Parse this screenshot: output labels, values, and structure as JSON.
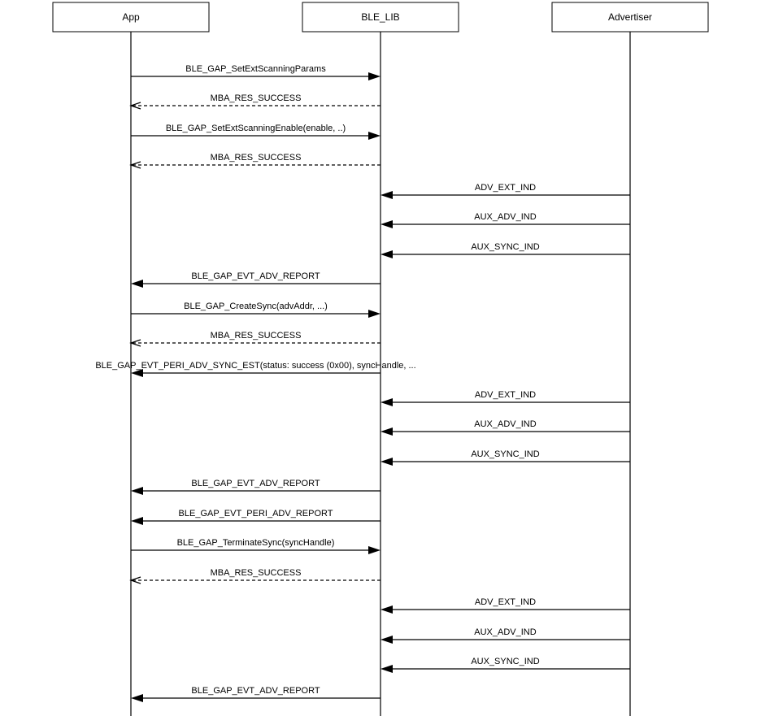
{
  "participants": [
    {
      "id": "app",
      "label": "App"
    },
    {
      "id": "ble_lib",
      "label": "BLE_LIB"
    },
    {
      "id": "advertiser",
      "label": "Advertiser"
    }
  ],
  "messages": [
    {
      "from": "app",
      "to": "ble_lib",
      "label": "BLE_GAP_SetExtScanningParams",
      "style": "solid"
    },
    {
      "from": "ble_lib",
      "to": "app",
      "label": "MBA_RES_SUCCESS",
      "style": "dashed"
    },
    {
      "from": "app",
      "to": "ble_lib",
      "label": "BLE_GAP_SetExtScanningEnable(enable, ..)",
      "style": "solid"
    },
    {
      "from": "ble_lib",
      "to": "app",
      "label": "MBA_RES_SUCCESS",
      "style": "dashed"
    },
    {
      "from": "advertiser",
      "to": "ble_lib",
      "label": "ADV_EXT_IND",
      "style": "solid"
    },
    {
      "from": "advertiser",
      "to": "ble_lib",
      "label": "AUX_ADV_IND",
      "style": "solid"
    },
    {
      "from": "advertiser",
      "to": "ble_lib",
      "label": "AUX_SYNC_IND",
      "style": "solid"
    },
    {
      "from": "ble_lib",
      "to": "app",
      "label": "BLE_GAP_EVT_ADV_REPORT",
      "style": "solid"
    },
    {
      "from": "app",
      "to": "ble_lib",
      "label": "BLE_GAP_CreateSync(advAddr, ...)",
      "style": "solid"
    },
    {
      "from": "ble_lib",
      "to": "app",
      "label": "MBA_RES_SUCCESS",
      "style": "dashed"
    },
    {
      "from": "ble_lib",
      "to": "app",
      "label": "BLE_GAP_EVT_PERI_ADV_SYNC_EST(status: success (0x00), syncHandle, ...",
      "style": "solid"
    },
    {
      "from": "advertiser",
      "to": "ble_lib",
      "label": "ADV_EXT_IND",
      "style": "solid"
    },
    {
      "from": "advertiser",
      "to": "ble_lib",
      "label": "AUX_ADV_IND",
      "style": "solid"
    },
    {
      "from": "advertiser",
      "to": "ble_lib",
      "label": "AUX_SYNC_IND",
      "style": "solid"
    },
    {
      "from": "ble_lib",
      "to": "app",
      "label": "BLE_GAP_EVT_ADV_REPORT",
      "style": "solid"
    },
    {
      "from": "ble_lib",
      "to": "app",
      "label": "BLE_GAP_EVT_PERI_ADV_REPORT",
      "style": "solid"
    },
    {
      "from": "app",
      "to": "ble_lib",
      "label": "BLE_GAP_TerminateSync(syncHandle)",
      "style": "solid"
    },
    {
      "from": "ble_lib",
      "to": "app",
      "label": "MBA_RES_SUCCESS",
      "style": "dashed"
    },
    {
      "from": "advertiser",
      "to": "ble_lib",
      "label": "ADV_EXT_IND",
      "style": "solid"
    },
    {
      "from": "advertiser",
      "to": "ble_lib",
      "label": "AUX_ADV_IND",
      "style": "solid"
    },
    {
      "from": "advertiser",
      "to": "ble_lib",
      "label": "AUX_SYNC_IND",
      "style": "solid"
    },
    {
      "from": "ble_lib",
      "to": "app",
      "label": "BLE_GAP_EVT_ADV_REPORT",
      "style": "solid"
    }
  ]
}
